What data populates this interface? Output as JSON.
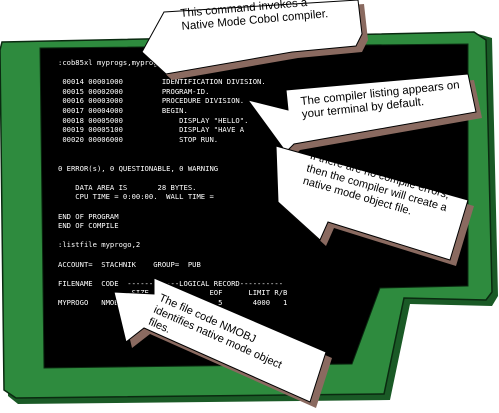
{
  "colors": {
    "bezel": "#2e8b3e",
    "bezel_shadow": "#1a5a26",
    "bezel_edge": "#0a2a10",
    "screen": "#000000",
    "text": "#ffffff",
    "callout_fill": "#ffffff",
    "callout_shadow": "#8a6a60"
  },
  "terminal": {
    "lines": [
      ":cob85xl myprogs,myprogo",
      "",
      " 00014 00001000         IDENTIFICATION DIVISION.",
      " 00015 00002000         PROGRAM-ID.",
      " 00016 00003000         PROCEDURE DIVISION.",
      " 00017 00004000         BEGIN.",
      " 00018 00005000             DISPLAY \"HELLO\".",
      " 00019 00005100             DISPLAY \"HAVE A",
      " 00020 00006000             STOP RUN.",
      "",
      "",
      "0 ERROR(s), 0 QUESTIONABLE, 0 WARNING",
      "",
      "    DATA AREA IS       28 BYTES.",
      "    CPU TIME = 0:00:00.  WALL TIME =",
      "",
      "END OF PROGRAM",
      "END OF COMPILE",
      "",
      ":listfile myprogo,2",
      "",
      "ACCOUNT=  STACHNIK    GROUP=  PUB",
      "",
      "FILENAME  CODE  ------------LOGICAL RECORD----------",
      "                 SIZE  TYP         EOF      LIMIT R/B",
      "MYPROGO   NMOBJ   128W  FB           5       4000   1"
    ]
  },
  "callouts": {
    "compiler": [
      "This command invokes a",
      "Native Mode Cobol compiler."
    ],
    "listing": [
      "The compiler listing appears on",
      "your terminal by default."
    ],
    "object": [
      "If there are no compile errors,",
      "then the compiler will create a",
      "native mode object file."
    ],
    "filecode": [
      "The file code NMOBJ",
      "identifies native mode object",
      "files."
    ]
  }
}
